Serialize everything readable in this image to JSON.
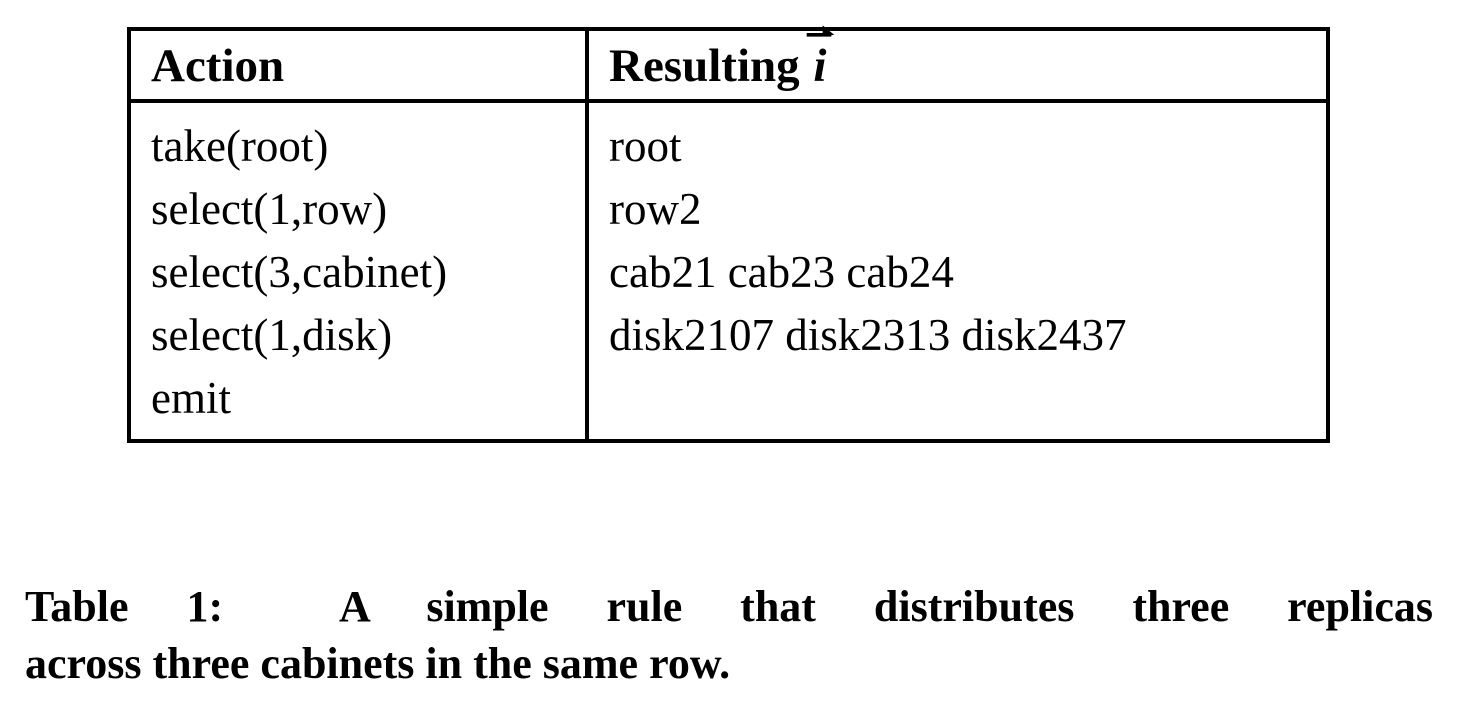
{
  "table": {
    "headers": {
      "action": "Action",
      "resulting_prefix": "Resulting ",
      "resulting_symbol": "i",
      "resulting_full": "Resulting i⃗"
    },
    "rows": [
      {
        "action": "take(root)",
        "resulting": "root"
      },
      {
        "action": "select(1,row)",
        "resulting": "row2"
      },
      {
        "action": "select(3,cabinet)",
        "resulting": "cab21 cab23 cab24"
      },
      {
        "action": "select(1,disk)",
        "resulting": "disk2107 disk2313 disk2437"
      },
      {
        "action": "emit",
        "resulting": ""
      }
    ]
  },
  "caption": {
    "label": "Table 1:",
    "line1": "A  simple  rule  that  distributes  three  replicas",
    "line2": "across three cabinets in the same row.",
    "full": "Table 1: A simple rule that distributes three replicas across three cabinets in the same row."
  },
  "colors": {
    "text": "#000000",
    "background": "#ffffff",
    "rule": "#000000"
  }
}
